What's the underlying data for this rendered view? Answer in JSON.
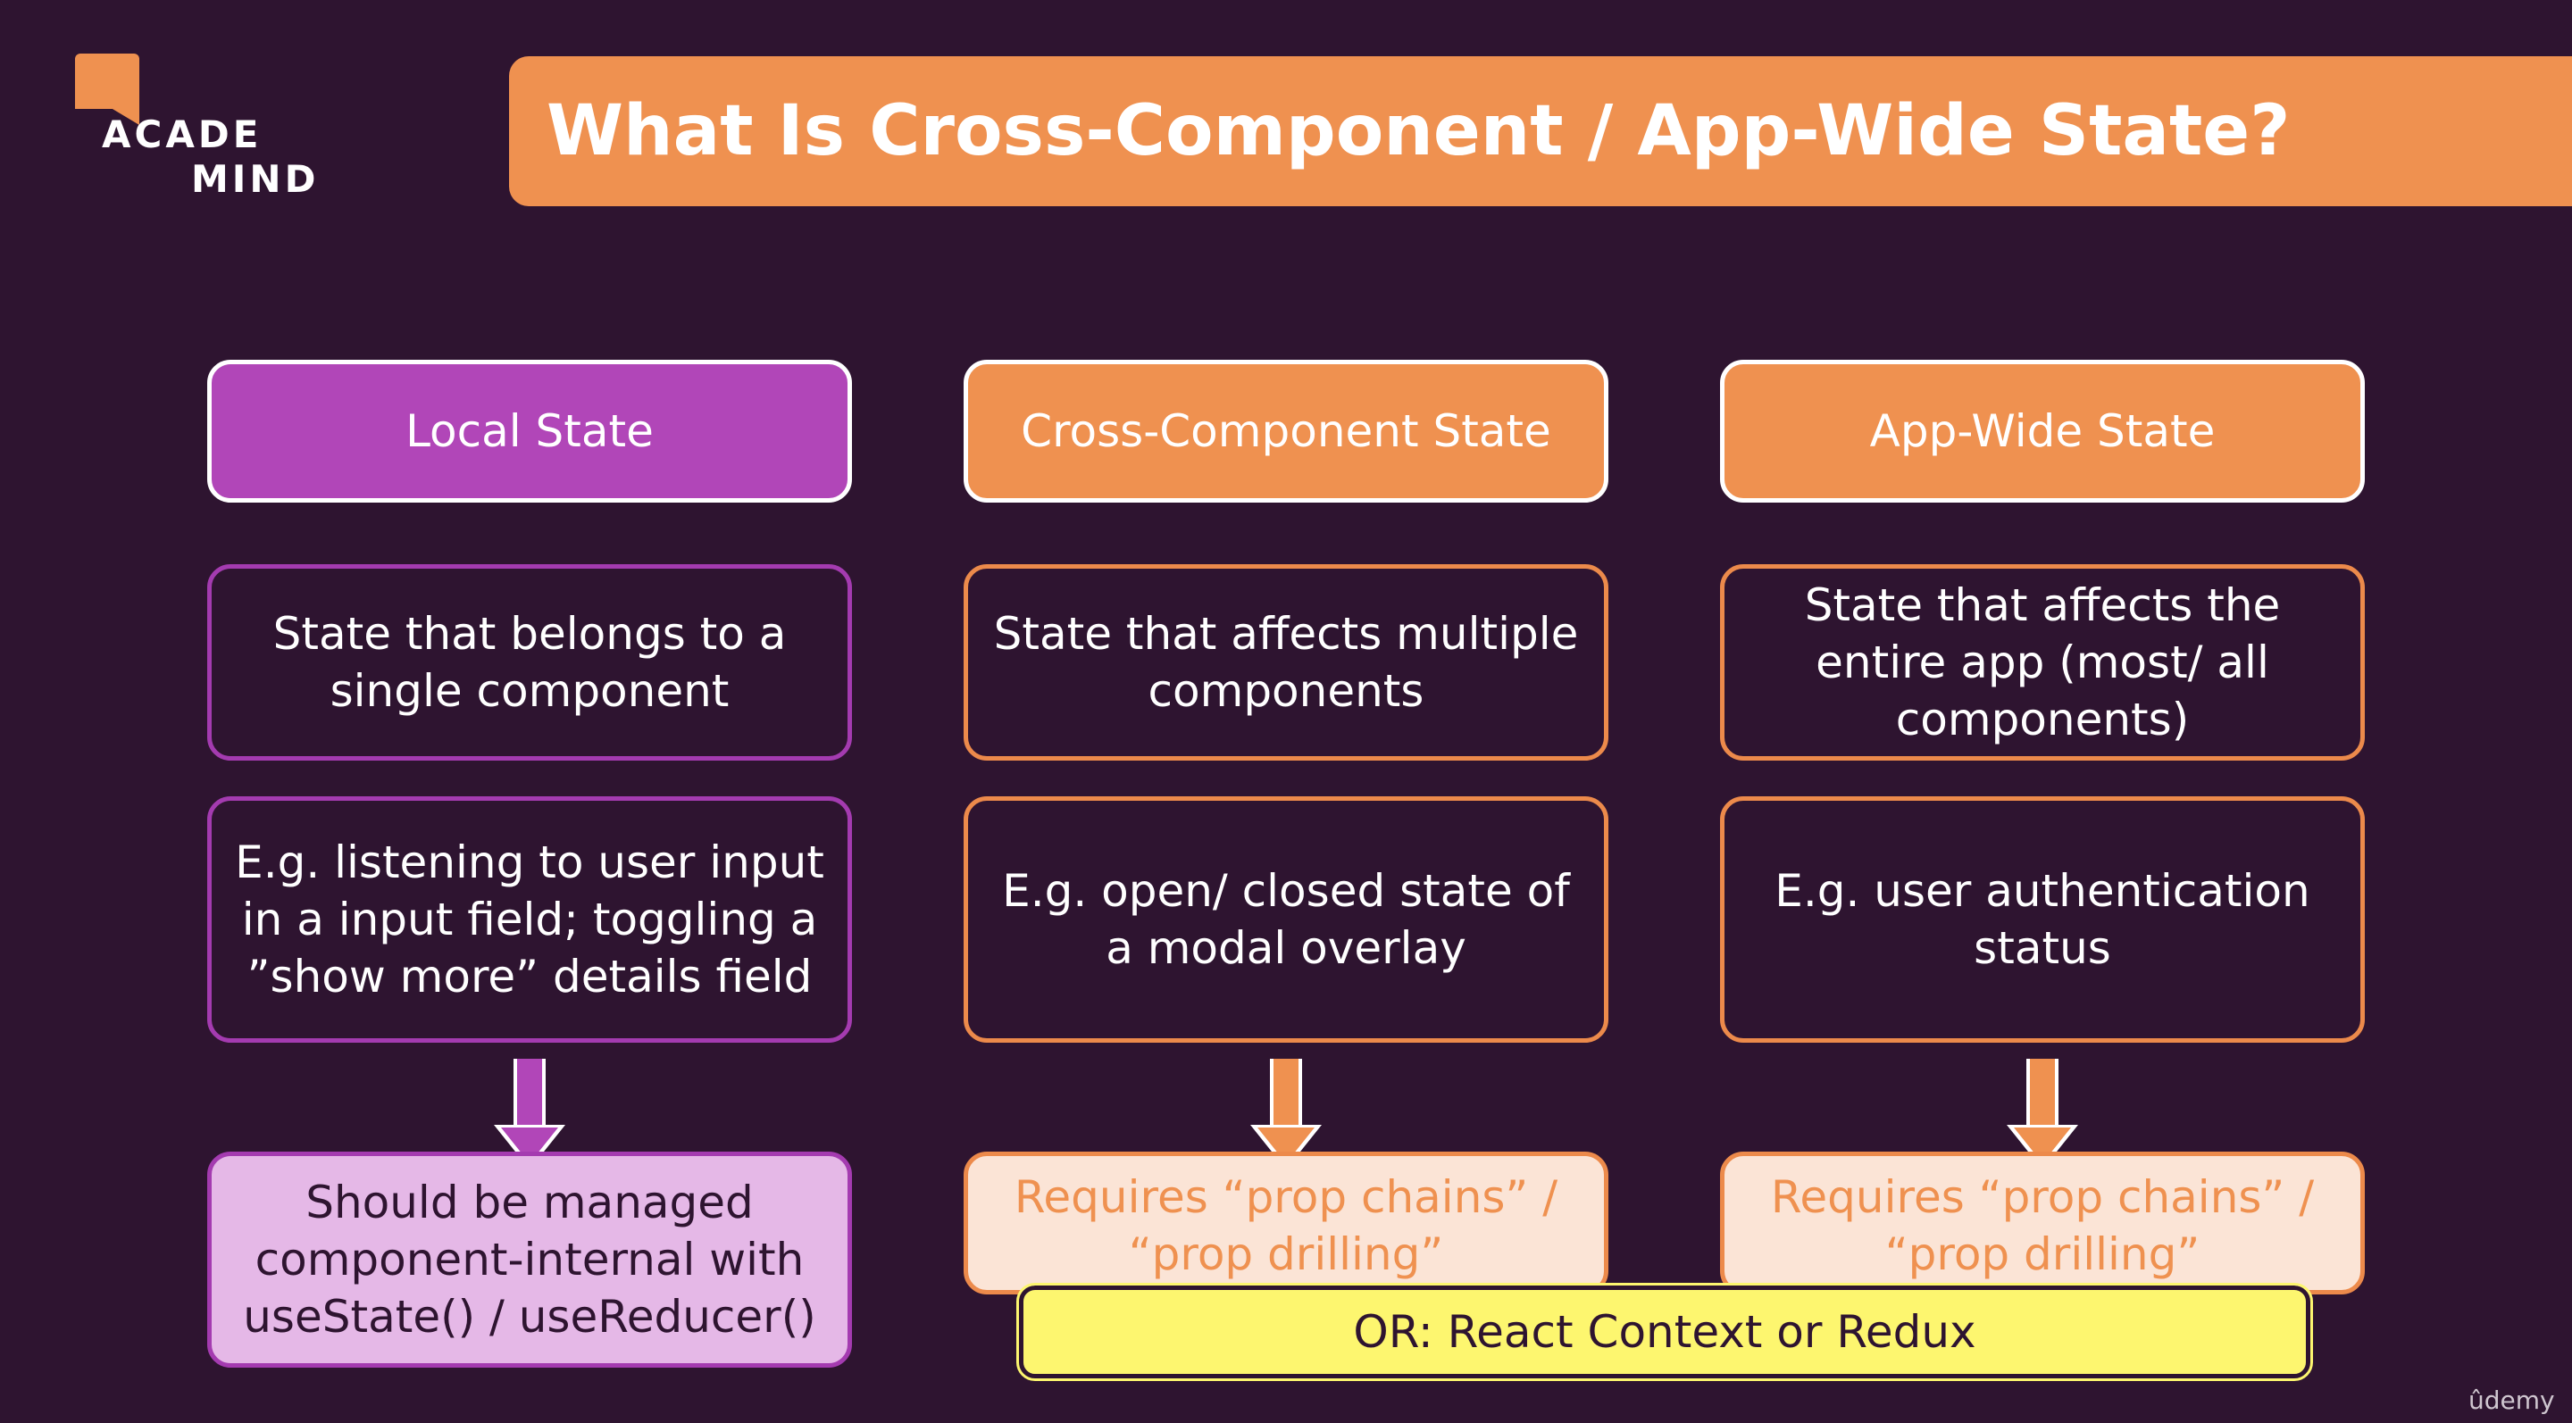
{
  "brand": {
    "logo_line1": "ACADE",
    "logo_line2": "MIND"
  },
  "slide": {
    "title": "What Is Cross-Component / App-Wide State?"
  },
  "columns": [
    {
      "header": "Local State",
      "description": "State that belongs to a single component",
      "example": "E.g. listening to user input in a input field; toggling a ”show more” details field",
      "result": "Should be managed component-internal with useState() / useReducer()"
    },
    {
      "header": "Cross-Component State",
      "description": "State that affects multiple components",
      "example": "E.g. open/ closed state of a modal overlay",
      "result": "Requires “prop chains” / “prop drilling”"
    },
    {
      "header": "App-Wide State",
      "description": "State that affects the entire app (most/ all components)",
      "example": "E.g. user authentication status",
      "result": "Requires “prop chains” / “prop drilling”"
    }
  ],
  "alternative": "OR: React Context or Redux",
  "watermark": "ûdemy",
  "colors": {
    "background": "#2e1430",
    "accent_orange": "#ef9150",
    "accent_purple": "#b146b8",
    "highlight_yellow": "#fdf66f"
  }
}
